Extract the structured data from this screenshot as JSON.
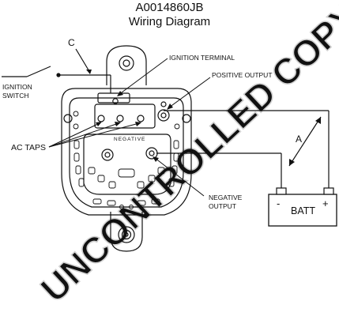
{
  "header": {
    "part_number": "A0014860JB",
    "title": "Wiring Diagram"
  },
  "labels": {
    "ignition_switch_line1": "IGNITION",
    "ignition_switch_line2": "SWITCH",
    "wire_c": "C",
    "ignition_terminal": "IGNITION TERMINAL",
    "positive_output": "POSITIVE OUTPUT",
    "ac_taps": "AC TAPS",
    "negative_housing": "NEGATIVE",
    "negative_output_line1": "NEGATIVE",
    "negative_output_line2": "OUTPUT",
    "wire_a": "A",
    "battery": "BATT",
    "battery_minus": "-",
    "battery_plus": "+"
  },
  "watermark": {
    "text": "UNCONTROLLED COPY",
    "color": "#d6d6d6"
  },
  "colors": {
    "line": "#111111",
    "background": "#ffffff"
  }
}
